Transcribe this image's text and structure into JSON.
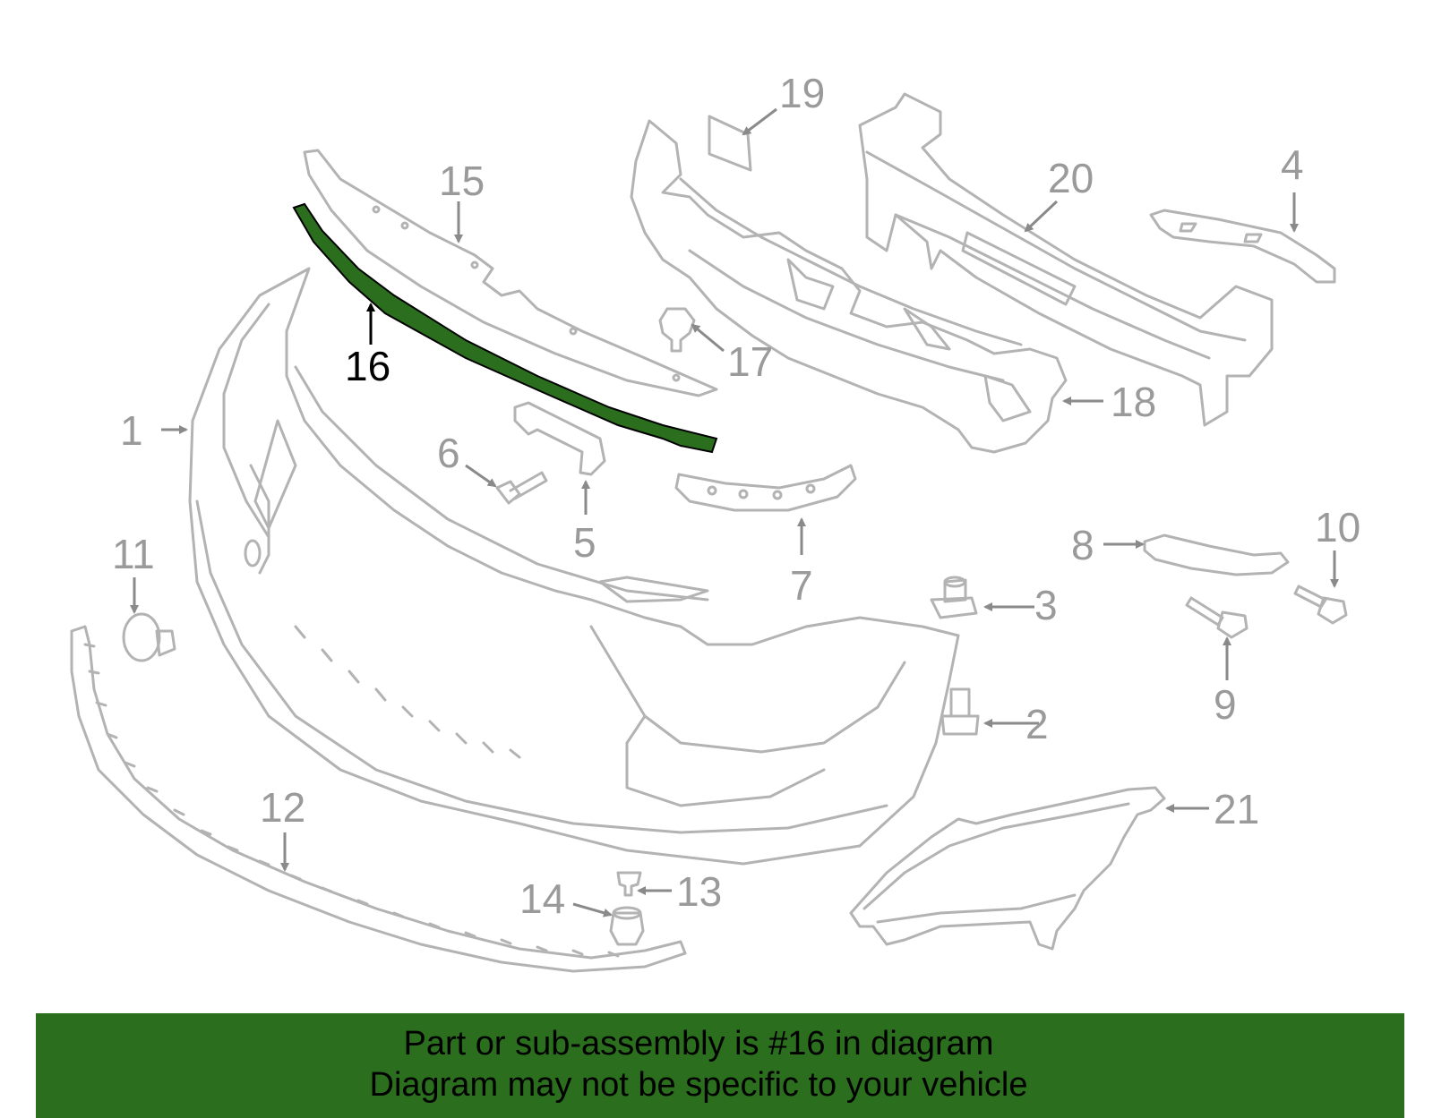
{
  "diagram": {
    "highlighted_part": "16",
    "highlight_color": "#2a6e1e",
    "part_color": "#b3b3b3",
    "callouts": {
      "c1": "1",
      "c2": "2",
      "c3": "3",
      "c4": "4",
      "c5": "5",
      "c6": "6",
      "c7": "7",
      "c8": "8",
      "c9": "9",
      "c10": "10",
      "c11": "11",
      "c12": "12",
      "c13": "13",
      "c14": "14",
      "c15": "15",
      "c16": "16",
      "c17": "17",
      "c18": "18",
      "c19": "19",
      "c20": "20",
      "c21": "21"
    }
  },
  "banner": {
    "line1": "Part or sub-assembly is #16 in diagram",
    "line2": "Diagram may not be specific to your vehicle",
    "background_color": "#2a6e1e"
  }
}
